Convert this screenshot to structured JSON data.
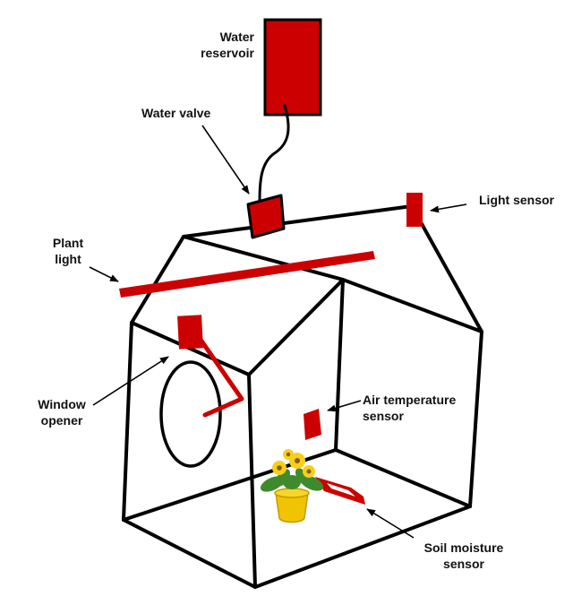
{
  "colors": {
    "component": "#cc0000",
    "outline": "#000000",
    "pot": "#f0c400",
    "leaf": "#3f8a2c",
    "petal": "#f7cf1a",
    "flower_center": "#8a5a12"
  },
  "labels": {
    "water_reservoir": [
      "Water",
      "reservoir"
    ],
    "water_valve": [
      "Water valve"
    ],
    "light_sensor": [
      "Light sensor"
    ],
    "plant_light": [
      "Plant",
      "light"
    ],
    "window_opener": [
      "Window",
      "opener"
    ],
    "air_temperature_sensor": [
      "Air temperature",
      "sensor"
    ],
    "soil_moisture_sensor": [
      "Soil moisture",
      "sensor"
    ]
  }
}
